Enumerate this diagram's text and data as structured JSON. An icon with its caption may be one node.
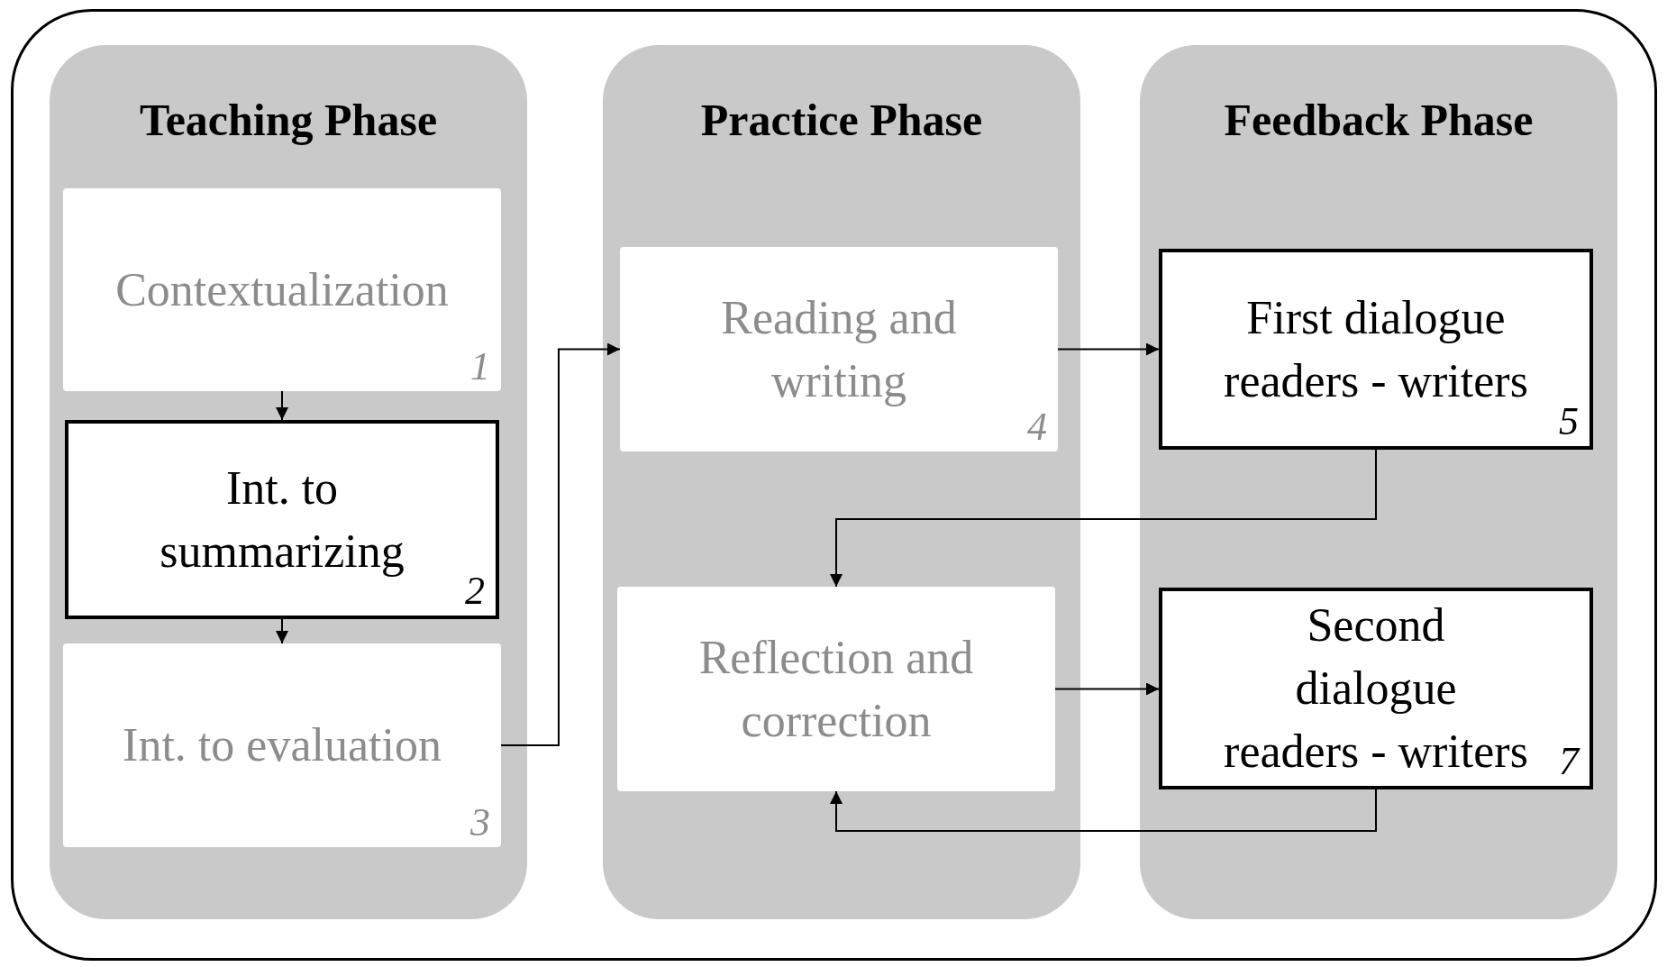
{
  "diagram": {
    "nodes": [
      {
        "text": [
          "Teaching Phase"
        ]
      },
      {
        "text": [
          "Contextualization",
          "1"
        ],
        "in": 0
      },
      {
        "text": [
          "Int. to summarizing",
          "2"
        ],
        "in": 0
      },
      {
        "text": [
          "Int. to evaluation",
          "3"
        ],
        "in": 0
      },
      {
        "text": [
          "Practice Phase"
        ]
      },
      {
        "text": [
          "Reading and writing",
          "4"
        ],
        "in": 4
      },
      {
        "text": [
          "Reflection and correction"
        ],
        "in": 4
      },
      {
        "text": [
          "Feedback Phase"
        ]
      },
      {
        "text": [
          "First dialogue readers - writers",
          "5"
        ],
        "in": 7
      },
      {
        "text": [
          "Second dialogue readers - writers",
          "7"
        ],
        "in": 7
      }
    ],
    "edges": [
      {
        "from": 1,
        "to": 2,
        "arrow": "to"
      },
      {
        "from": 2,
        "to": 3,
        "arrow": "to"
      },
      {
        "from": 3,
        "to": 5,
        "arrow": "to"
      },
      {
        "from": 5,
        "to": 8,
        "arrow": "to"
      },
      {
        "from": 8,
        "to": 6,
        "arrow": "to"
      },
      {
        "from": 6,
        "to": 9,
        "arrow": "to"
      },
      {
        "from": 9,
        "to": 6,
        "arrow": "to"
      }
    ]
  }
}
